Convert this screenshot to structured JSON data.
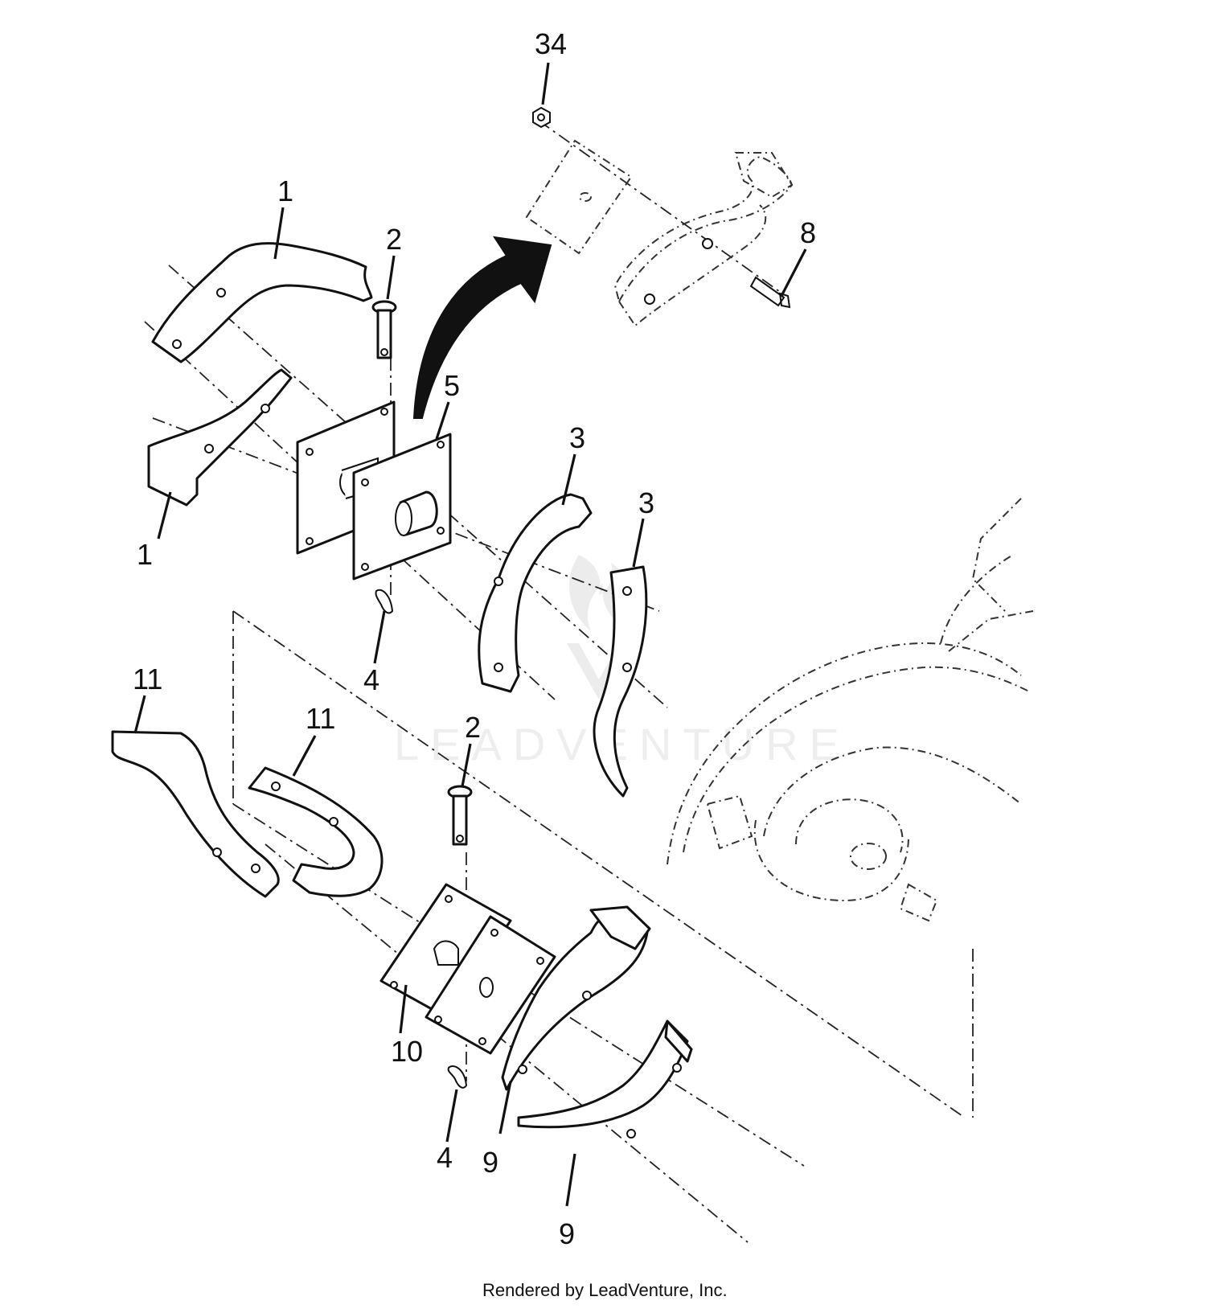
{
  "callouts": {
    "c34": "34",
    "c1_top": "1",
    "c2_top": "2",
    "c8": "8",
    "c5": "5",
    "c3_left": "3",
    "c3_right": "3",
    "c1_left": "1",
    "c4_top": "4",
    "c11_left": "11",
    "c11_mid": "11",
    "c2_bottom": "2",
    "c10": "10",
    "c4_bottom": "4",
    "c9_mid": "9",
    "c9_bottom": "9"
  },
  "watermark": {
    "text": "LEADVENTURE"
  },
  "footer": {
    "text": "Rendered by LeadVenture, Inc."
  }
}
